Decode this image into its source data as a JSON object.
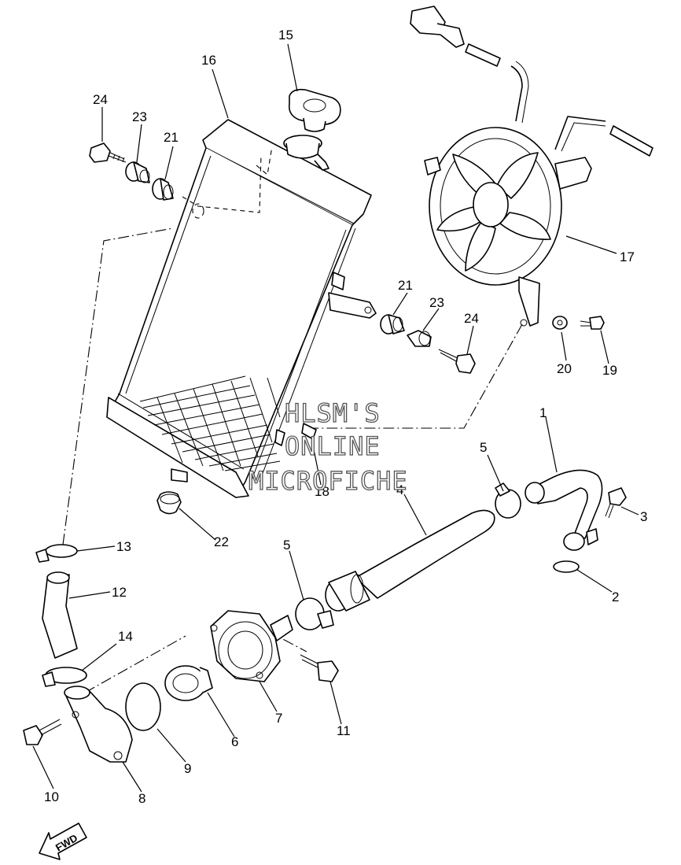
{
  "diagram": {
    "callouts": [
      "1",
      "2",
      "3",
      "4",
      "5",
      "5",
      "6",
      "7",
      "8",
      "9",
      "10",
      "11",
      "12",
      "13",
      "14",
      "15",
      "16",
      "17",
      "18",
      "19",
      "20",
      "21",
      "21",
      "22",
      "23",
      "23",
      "24",
      "24"
    ],
    "watermark": [
      "HLSM'S",
      "ONLINE",
      "MICROFICHE"
    ],
    "direction_label": "FWD"
  }
}
